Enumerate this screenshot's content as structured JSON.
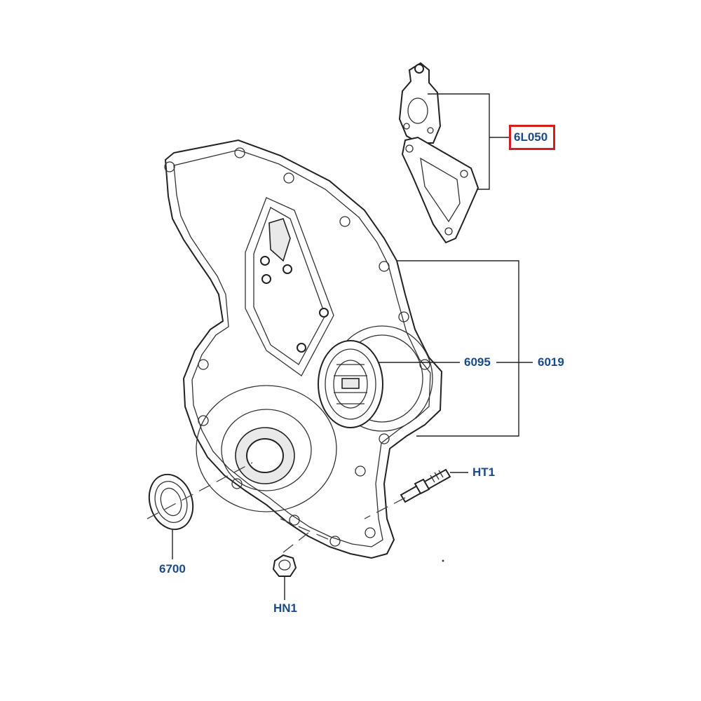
{
  "parts": [
    {
      "id": "gasket",
      "label": "6L050",
      "highlighted": true
    },
    {
      "id": "oil-seal-front",
      "label": "6095"
    },
    {
      "id": "timing-cover",
      "label": "6019"
    },
    {
      "id": "stud",
      "label": "HT1"
    },
    {
      "id": "crank-seal",
      "label": "6700"
    },
    {
      "id": "nut",
      "label": "HN1"
    }
  ],
  "colors": {
    "label": "#1a4a8a",
    "highlight": "#d21e1e",
    "line": "#222222"
  }
}
